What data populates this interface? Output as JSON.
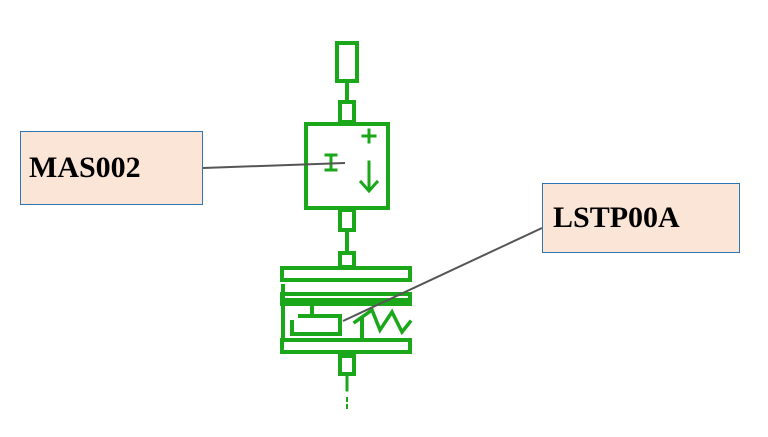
{
  "colors": {
    "component_stroke": "#1aa81a",
    "leader_line": "#555555",
    "callout_fill": "#fbe5d6",
    "callout_border": "#2e75b6"
  },
  "callouts": {
    "mass": {
      "label": "MAS002",
      "component": "mass"
    },
    "spring_stop": {
      "label": "LSTP00A",
      "component": "spring-stop"
    }
  }
}
